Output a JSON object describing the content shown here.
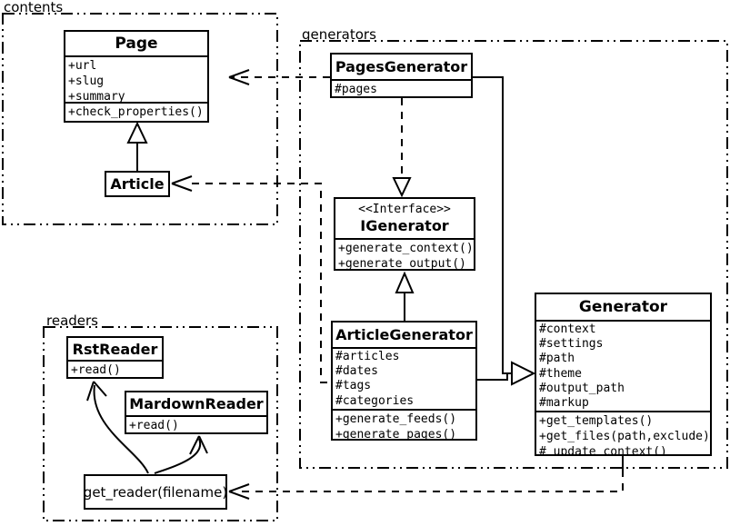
{
  "diagram_title": "Pelican UML class diagram",
  "colors": {
    "line": "#000000",
    "background": "#ffffff"
  },
  "packages": {
    "contents": {
      "label": "contents"
    },
    "generators": {
      "label": "generators"
    },
    "readers": {
      "label": "readers"
    }
  },
  "classes": {
    "page": {
      "title": "Page",
      "attributes": [
        "+url",
        "+slug",
        "+summary"
      ],
      "methods": [
        "+check_properties()"
      ]
    },
    "article": {
      "title": "Article"
    },
    "pages_generator": {
      "title": "PagesGenerator",
      "attributes": [
        "#pages"
      ]
    },
    "igenerator": {
      "stereotype": "<<Interface>>",
      "title": "IGenerator",
      "methods": [
        "+generate_context()",
        "+generate_output()"
      ]
    },
    "article_generator": {
      "title": "ArticleGenerator",
      "attributes": [
        "#articles",
        "#dates",
        "#tags",
        "#categories"
      ],
      "methods": [
        "+generate_feeds()",
        "+generate_pages()"
      ]
    },
    "generator": {
      "title": "Generator",
      "attributes": [
        "#context",
        "#settings",
        "#path",
        "#theme",
        "#output_path",
        "#markup"
      ],
      "methods": [
        "+get_templates()",
        "+get_files(path,exclude)",
        "#_update_context()"
      ]
    },
    "rst_reader": {
      "title": "RstReader",
      "methods": [
        "+read()"
      ]
    },
    "mardown_reader": {
      "title": "MardownReader",
      "methods": [
        "+read()"
      ]
    },
    "get_reader": {
      "label": "get_reader(filename)"
    }
  },
  "relations": [
    {
      "name": "dependency-pagesgenerator-to-page",
      "type": "dashed-open-arrow"
    },
    {
      "name": "dependency-articlegenerator-to-article",
      "type": "dashed-open-arrow"
    },
    {
      "name": "realization-pagesgenerator-to-igenerator",
      "type": "dashed-hollow-triangle"
    },
    {
      "name": "generalization-articlegenerator-to-igenerator",
      "type": "solid-hollow-triangle"
    },
    {
      "name": "generalization-generators-to-generator",
      "type": "solid-hollow-triangle"
    },
    {
      "name": "generalization-article-to-page",
      "type": "solid-hollow-triangle"
    },
    {
      "name": "dependency-generator-to-getreader",
      "type": "dashed-open-arrow"
    },
    {
      "name": "call-getreader-to-rstreader",
      "type": "curved-open-arrow"
    },
    {
      "name": "call-getreader-to-mardownreader",
      "type": "curved-open-arrow"
    }
  ]
}
